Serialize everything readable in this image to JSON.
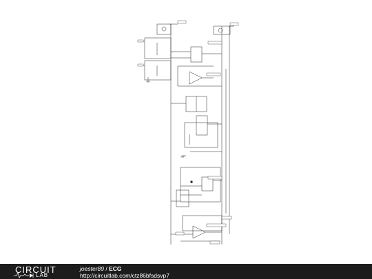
{
  "footer": {
    "logo_top": "CIRCUIT",
    "logo_bottom": "LAB",
    "author": "joester89",
    "separator": " / ",
    "title": "ECG",
    "url": "http://circuitlab.com/ctz86bfsdsvp7"
  },
  "colors": {
    "footer_bg": "#1c1c1c",
    "wire": "#222222",
    "label_box": "#333333"
  }
}
